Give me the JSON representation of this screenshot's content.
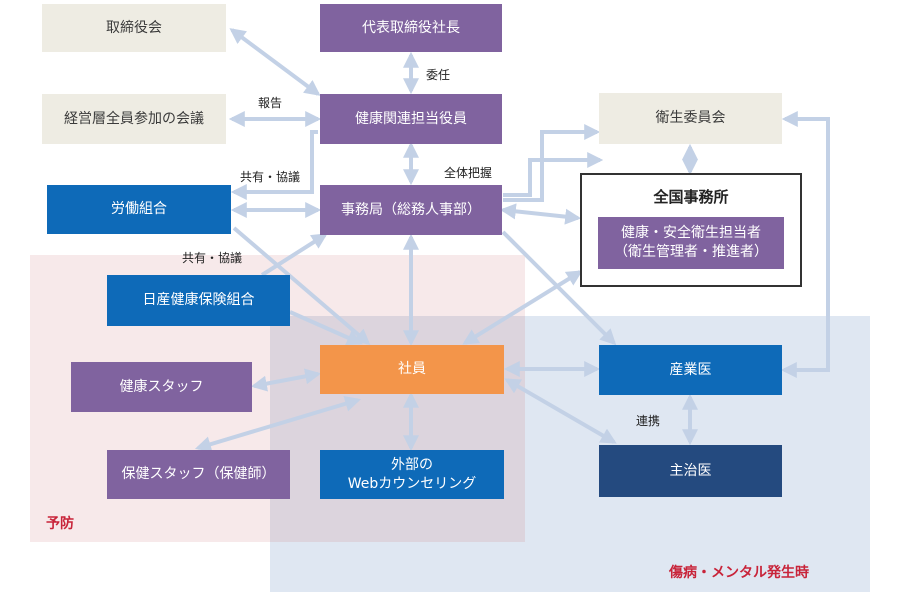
{
  "nodes": {
    "board": "取締役会",
    "ceo": "代表取締役社長",
    "exec_meeting": "経営層全員参加の会議",
    "health_officer": "健康関連担当役員",
    "committee": "衛生委員会",
    "union": "労働組合",
    "secretariat": "事務局（総務人事部）",
    "office_title": "全国事務所",
    "office_staff_line1": "健康・安全衛生担当者",
    "office_staff_line2": "（衛生管理者・推進者）",
    "insurance": "日産健康保険組合",
    "employee": "社員",
    "industrial_doctor": "産業医",
    "health_staff": "健康スタッフ",
    "nurse_staff": "保健スタッフ（保健師）",
    "counseling_line1": "外部の",
    "counseling_line2": "Webカウンセリング",
    "attending_doctor": "主治医"
  },
  "labels": {
    "delegation": "委任",
    "report": "報告",
    "share1": "共有・協議",
    "oversight": "全体把握",
    "share2": "共有・協議",
    "cooperation": "連携"
  },
  "zones": {
    "prevention": "予防",
    "illness": "傷病・メンタル発生時"
  },
  "colors": {
    "purple": "#80639f",
    "blue": "#0e6ab8",
    "navy": "#244a7f",
    "orange": "#f3954a",
    "beige": "#eeece3",
    "arrow": "#c3d1e6",
    "zone_title": "#c8243a"
  }
}
